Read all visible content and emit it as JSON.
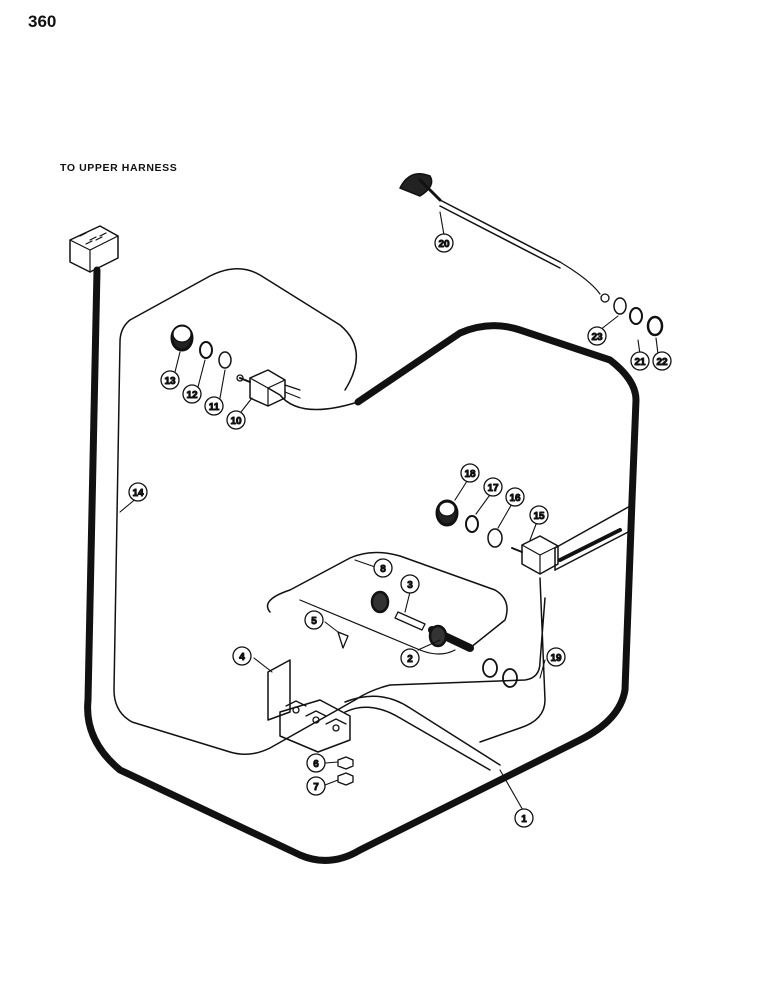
{
  "page_number": "360",
  "harness_label": "TO UPPER HARNESS",
  "callouts": [
    "1",
    "2",
    "3",
    "4",
    "5",
    "6",
    "7",
    "8",
    "10",
    "11",
    "12",
    "13",
    "14",
    "15",
    "16",
    "17",
    "18",
    "19",
    "20",
    "21",
    "22",
    "23"
  ],
  "colors": {
    "ink": "#111111",
    "background": "#ffffff"
  }
}
